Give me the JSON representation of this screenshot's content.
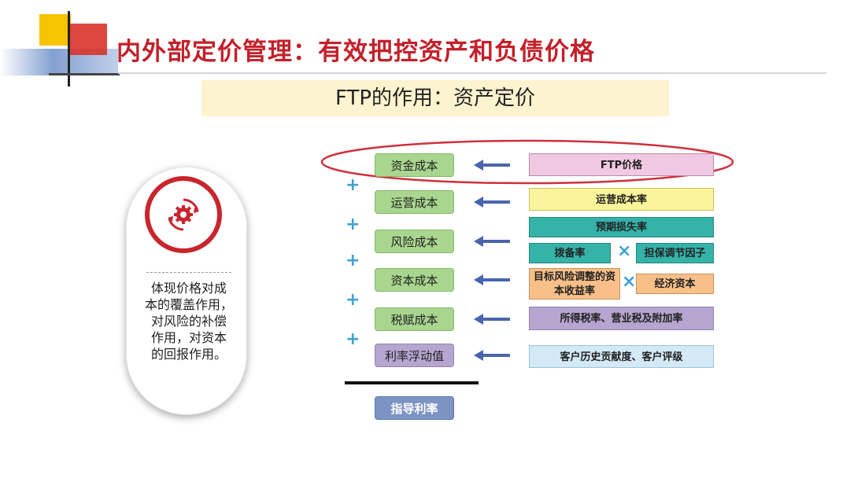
{
  "title": "内外部定价管理：有效把控资产和负债价格",
  "subtitle": "FTP的作用：资产定价",
  "card": {
    "icon": "gear-cycle-icon",
    "text": "体现价格对成\n本的覆盖作用，\n对风险的补偿\n作用，对资本\n的回报作用。"
  },
  "components": [
    "资金成本",
    "运营成本",
    "风险成本",
    "资本成本",
    "税赋成本",
    "利率浮动值"
  ],
  "operators": {
    "plus": "+",
    "times": "×"
  },
  "sources": {
    "ftp_price": "FTP价格",
    "operating_cost_rate": "运营成本率",
    "expected_loss_rate": "预期损失率",
    "provision_rate": "拨备率",
    "guarantee_factor": "担保调节因子",
    "risk_adjusted_return": "目标风险调整的资本收益率",
    "economic_capital": "经济资本",
    "tax_rates": "所得税率、营业税及附加率",
    "customer_factors": "客户历史贡献度、客户评级"
  },
  "result": "指导利率",
  "colors": {
    "title_red": "#c3202a",
    "ellipse_red": "#d0303a",
    "cost_green": "#a9d68e",
    "arrow_blue": "#4a64ad",
    "plus_blue": "#3fa0d6"
  }
}
